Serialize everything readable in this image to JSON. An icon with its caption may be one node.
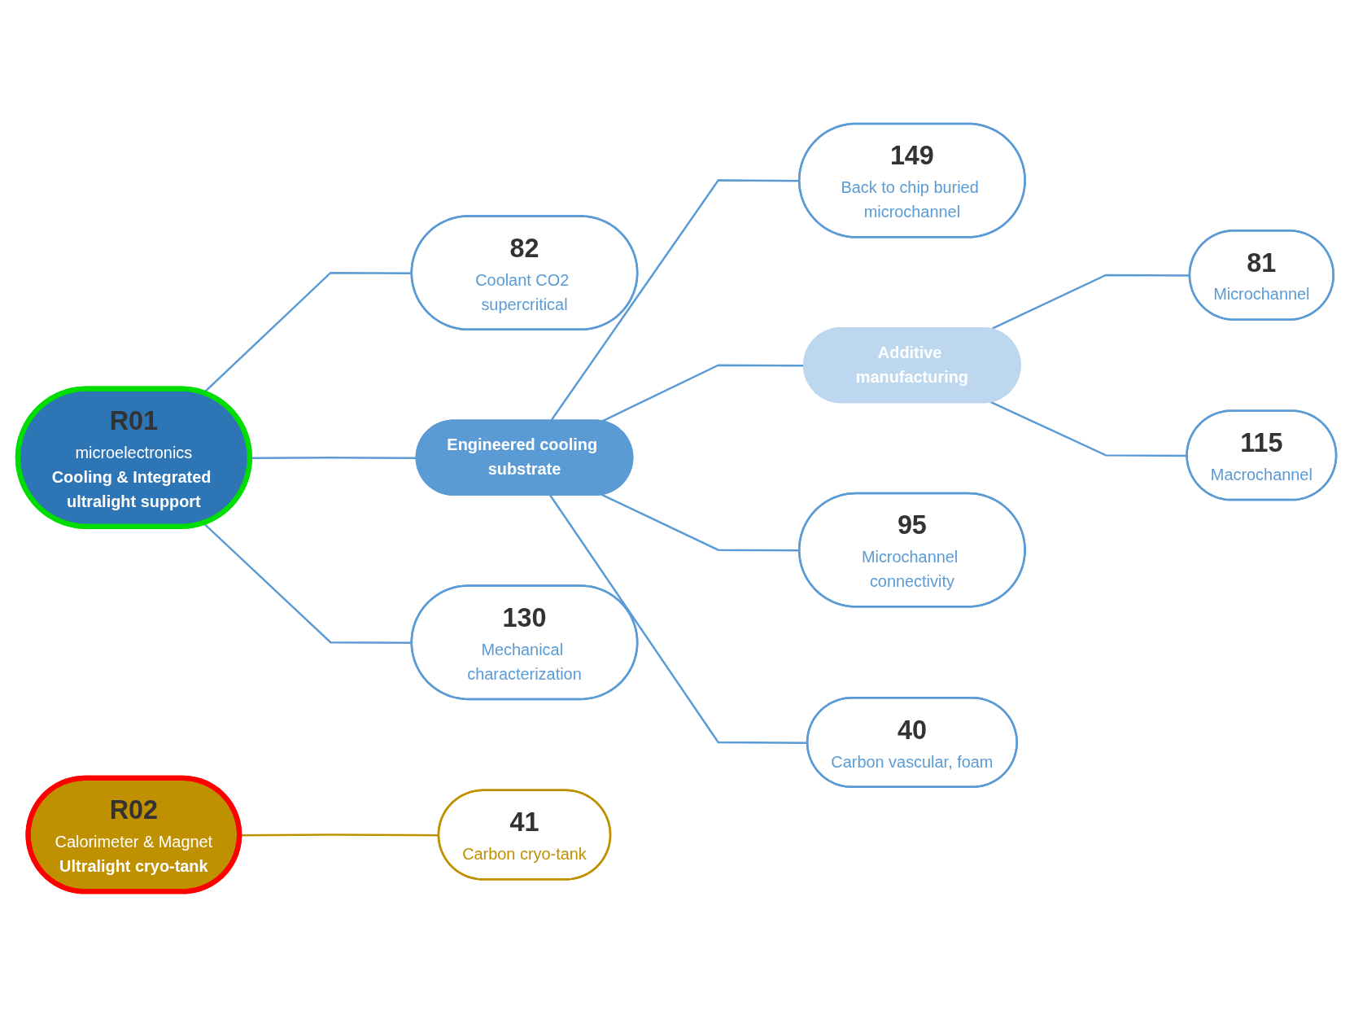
{
  "diagram": {
    "nodes": [
      {
        "text": [
          "R01",
          "microelectronics",
          "Cooling & Integrated ultralight support"
        ]
      },
      {
        "text": [
          "82",
          "Coolant CO2 supercritical"
        ]
      },
      {
        "text": [
          "Engineered cooling substrate"
        ]
      },
      {
        "text": [
          "130",
          "Mechanical characterization"
        ]
      },
      {
        "text": [
          "R02",
          "Calorimeter & Magnet",
          "Ultralight cryo-tank"
        ]
      },
      {
        "text": [
          "41",
          "Carbon cryo-tank"
        ]
      },
      {
        "text": [
          "149",
          "Back to chip buried microchannel"
        ]
      },
      {
        "text": [
          "Additive manufacturing"
        ]
      },
      {
        "text": [
          "95",
          "Microchannel connectivity"
        ]
      },
      {
        "text": [
          "40",
          "Carbon vascular, foam"
        ]
      },
      {
        "text": [
          "81",
          "Microchannel"
        ]
      },
      {
        "text": [
          "115",
          "Macrochannel"
        ]
      }
    ],
    "edges": [
      {
        "from": 0,
        "to": 1,
        "arrow": "none"
      },
      {
        "from": 0,
        "to": 2,
        "arrow": "none"
      },
      {
        "from": 0,
        "to": 3,
        "arrow": "none"
      },
      {
        "from": 4,
        "to": 5,
        "arrow": "none",
        "color": "#bf9000"
      },
      {
        "from": 2,
        "to": 6,
        "arrow": "none"
      },
      {
        "from": 2,
        "to": 7,
        "arrow": "none"
      },
      {
        "from": 2,
        "to": 8,
        "arrow": "none"
      },
      {
        "from": 2,
        "to": 9,
        "arrow": "none"
      },
      {
        "from": 7,
        "to": 10,
        "arrow": "none"
      },
      {
        "from": 7,
        "to": 11,
        "arrow": "none"
      }
    ]
  }
}
